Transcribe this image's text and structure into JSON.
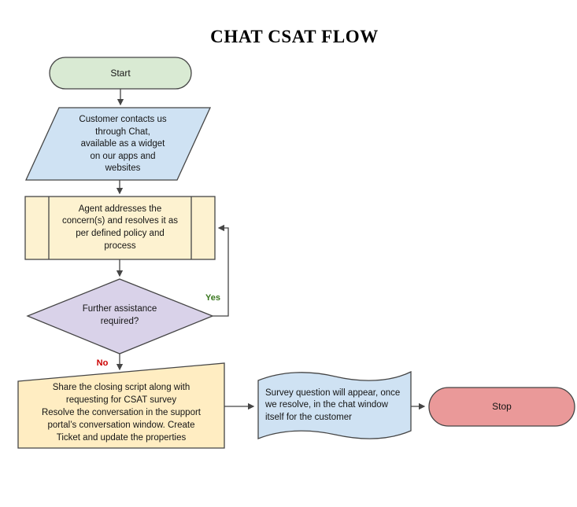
{
  "title": "CHAT CSAT FLOW",
  "colors": {
    "start_fill": "#d9ead3",
    "contact_fill": "#cfe2f3",
    "agent_fill": "#fdf2d0",
    "decision_fill": "#d9d2e9",
    "closing_fill": "#ffedc2",
    "survey_fill": "#cfe2f3",
    "stop_fill": "#ea9999",
    "stroke": "#454545",
    "yes_label_color": "#38761d",
    "no_label_color": "#cc0000"
  },
  "nodes": {
    "start": {
      "label": "Start"
    },
    "contact": {
      "text": "Customer contacts us\nthrough Chat,\navailable as a widget\non our apps and\nwebsites"
    },
    "agent": {
      "text": "Agent addresses the\nconcern(s) and resolves it as\nper defined policy and\nprocess"
    },
    "decision": {
      "text": "Further assistance\nrequired?"
    },
    "closing": {
      "text": "Share the closing script along with\nrequesting for CSAT survey\nResolve the conversation in the support\nportal’s conversation window. Create\nTicket and update the properties"
    },
    "survey": {
      "text": "Survey question will appear, once\nwe resolve, in the chat window\nitself for the customer"
    },
    "stop": {
      "label": "Stop"
    }
  },
  "edges": {
    "yes_label": "Yes",
    "no_label": "No"
  }
}
